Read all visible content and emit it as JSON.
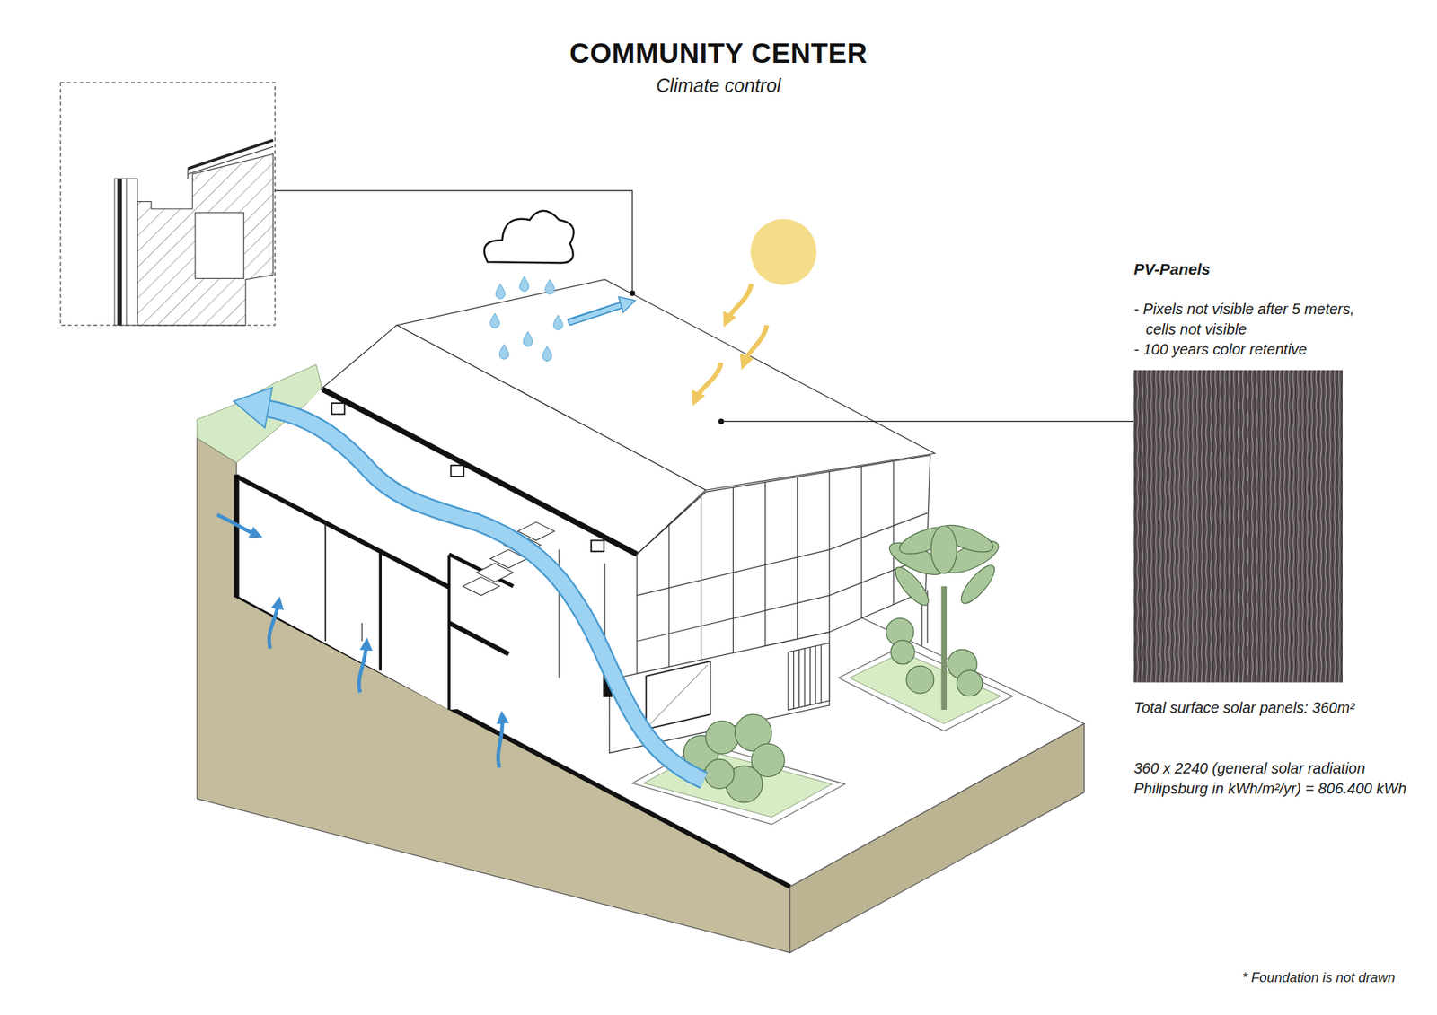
{
  "diagram": {
    "title": "COMMUNITY CENTER",
    "labels": [
      "Climate control",
      "PV-Panels",
      "- Pixels not visible after 5 meters, cells not visible",
      "- 100 years color retentive",
      "Total surface solar panels: 360m²",
      "360 x 2240 (general solar radiation Philipsburg in kWh/m²/yr) = 806.400 kWh",
      "* Foundation is not drawn"
    ]
  }
}
